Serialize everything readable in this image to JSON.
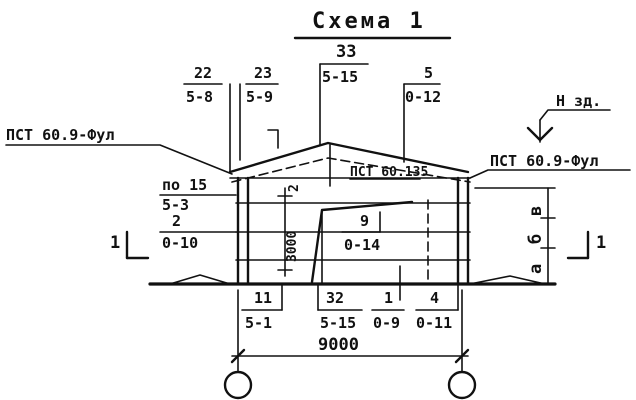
{
  "title": "Схема 1",
  "labels": {
    "panel_left": "ПСТ 60.9-Фул",
    "panel_right": "ПСТ 60.9-Фул",
    "ridge_panel": "ПСТ 60.135",
    "level_marker": "Н зд.",
    "section_left": "1",
    "section_right": "1",
    "height_dim": "3000",
    "span_dim": "9000",
    "right_dims": [
      "в",
      "б",
      "а"
    ],
    "small_dim": "2"
  },
  "callouts": [
    {
      "num": "22",
      "ref": "5-8"
    },
    {
      "num": "23",
      "ref": "5-9"
    },
    {
      "num": "33",
      "ref": "5-15"
    },
    {
      "num": "5",
      "ref": "0-12"
    },
    {
      "num": "по 15",
      "ref": "5-3"
    },
    {
      "num": "2",
      "ref": "0-10"
    },
    {
      "num": "9",
      "ref": "0-14"
    },
    {
      "num": "11",
      "ref": "5-1"
    },
    {
      "num": "32",
      "ref": "5-15"
    },
    {
      "num": "1",
      "ref": "0-9"
    },
    {
      "num": "4",
      "ref": "0-11"
    }
  ]
}
